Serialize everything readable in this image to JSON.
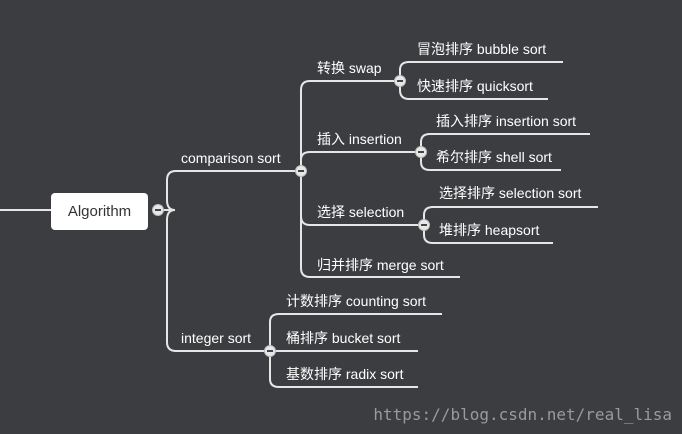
{
  "root": {
    "label": "Algorithm"
  },
  "categories": [
    {
      "label": "comparison sort",
      "children": [
        {
          "label": "转换 swap",
          "children": [
            "冒泡排序 bubble sort",
            "快速排序 quicksort"
          ]
        },
        {
          "label": "插入 insertion",
          "children": [
            "插入排序 insertion sort",
            "希尔排序 shell sort"
          ]
        },
        {
          "label": "选择 selection",
          "children": [
            "选择排序 selection sort",
            "堆排序 heapsort"
          ]
        },
        {
          "label": "归并排序 merge sort",
          "children": []
        }
      ]
    },
    {
      "label": "integer sort",
      "children": [
        {
          "label": "计数排序 counting sort",
          "children": []
        },
        {
          "label": "桶排序 bucket sort",
          "children": []
        },
        {
          "label": "基数排序 radix sort",
          "children": []
        }
      ]
    }
  ],
  "watermark": "https://blog.csdn.net/real_lisa",
  "colors": {
    "background": "#3c3d40",
    "line": "#e6e6e6",
    "text": "#ffffff"
  }
}
